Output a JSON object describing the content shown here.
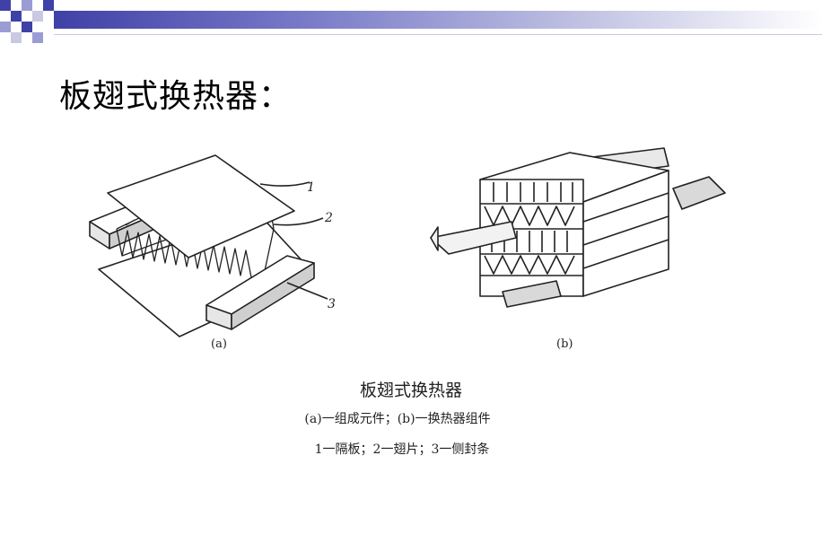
{
  "slide": {
    "title": "板翅式换热器："
  },
  "figure": {
    "part_a": {
      "label": "(a)",
      "callouts": [
        "1",
        "2",
        "3"
      ]
    },
    "part_b": {
      "label": "(b)"
    }
  },
  "caption": {
    "title": "板翅式换热器",
    "line1": "(a)一组成元件；(b)一换热器组件",
    "line2": "1一隔板；2一翅片；3一侧封条"
  },
  "colors": {
    "header_dark": "#3f41a6",
    "header_mid": "#7375c6",
    "header_light": "#b9badf"
  }
}
